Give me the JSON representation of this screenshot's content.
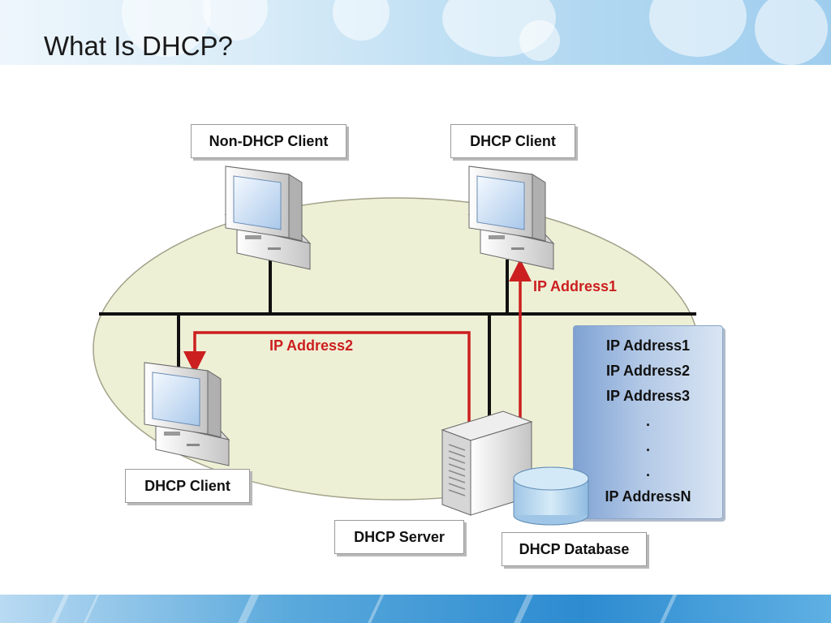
{
  "title": "What Is DHCP?",
  "labels": {
    "non_dhcp_client": "Non-DHCP Client",
    "dhcp_client_top": "DHCP Client",
    "dhcp_client_bottom": "DHCP Client",
    "dhcp_server": "DHCP Server",
    "dhcp_database": "DHCP Database"
  },
  "flows": {
    "ip1": "IP Address1",
    "ip2": "IP Address2"
  },
  "database_entries": [
    "IP Address1",
    "IP Address2",
    "IP Address3",
    ".",
    ".",
    ".",
    "IP AddressN"
  ],
  "colors": {
    "flow_arrow": "#cc1f1f",
    "network_line": "#111111",
    "lan_fill": "#eef0d6",
    "database_panel": "#9fb9de"
  }
}
